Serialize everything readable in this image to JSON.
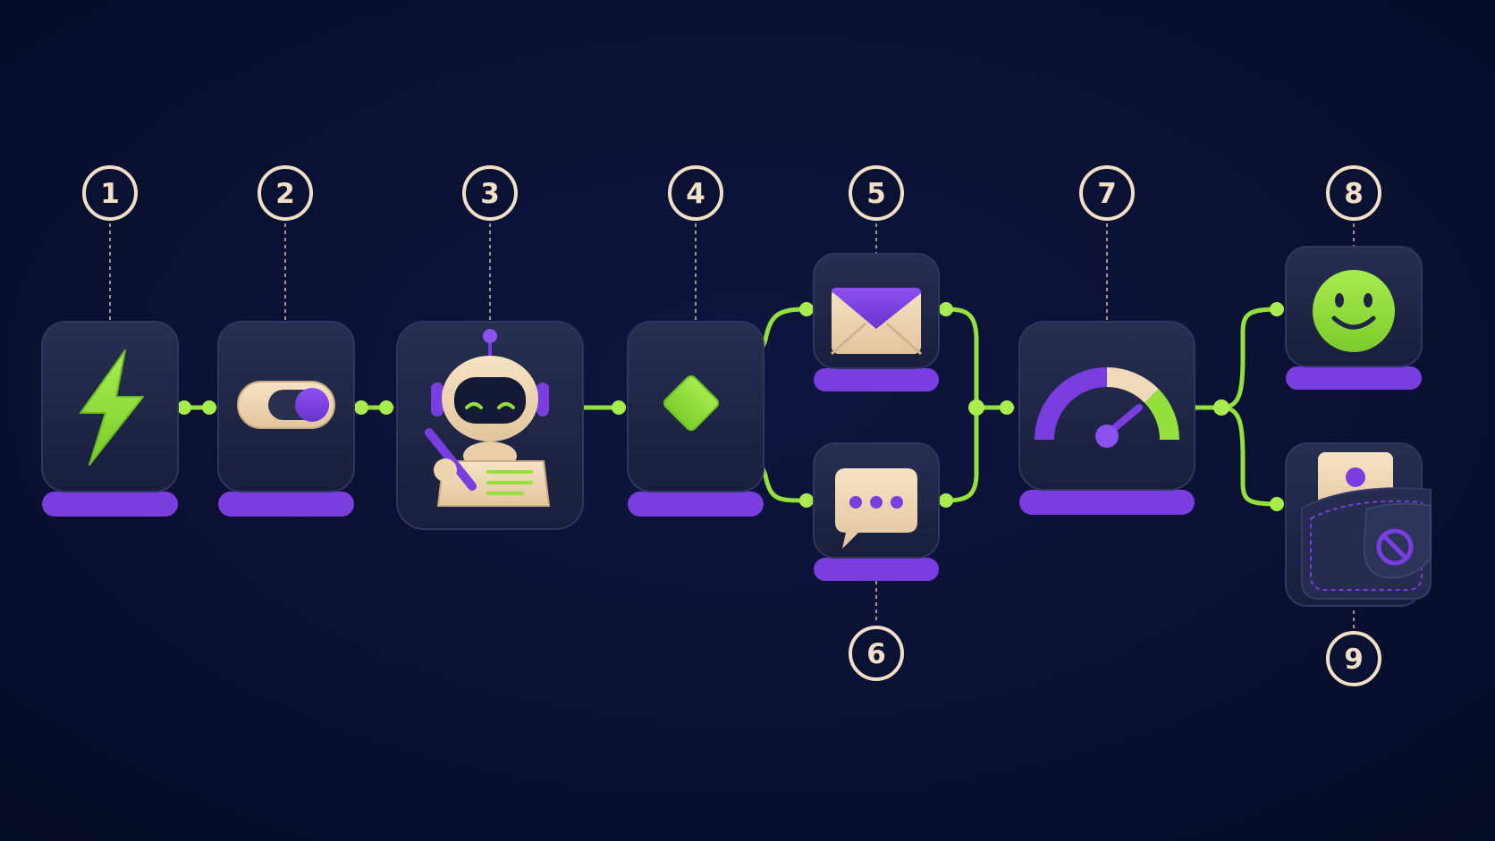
{
  "palette": {
    "background": "#0a1133",
    "node_body": "#1d2444",
    "node_base": "#7a3ee0",
    "connector": "#94e03c",
    "cream": "#f0d9b7",
    "purple": "#7a3ee0",
    "number_ring": "#f1dfc6"
  },
  "steps": [
    {
      "number": "1",
      "icon": "lightning-bolt-icon"
    },
    {
      "number": "2",
      "icon": "toggle-switch-icon"
    },
    {
      "number": "3",
      "icon": "robot-writing-icon"
    },
    {
      "number": "4",
      "icon": "decision-diamond-icon"
    },
    {
      "number": "5",
      "icon": "envelope-icon"
    },
    {
      "number": "6",
      "icon": "chat-bubble-icon"
    },
    {
      "number": "7",
      "icon": "gauge-meter-icon"
    },
    {
      "number": "8",
      "icon": "smiley-face-icon"
    },
    {
      "number": "9",
      "icon": "pocket-blocked-contact-icon"
    }
  ]
}
